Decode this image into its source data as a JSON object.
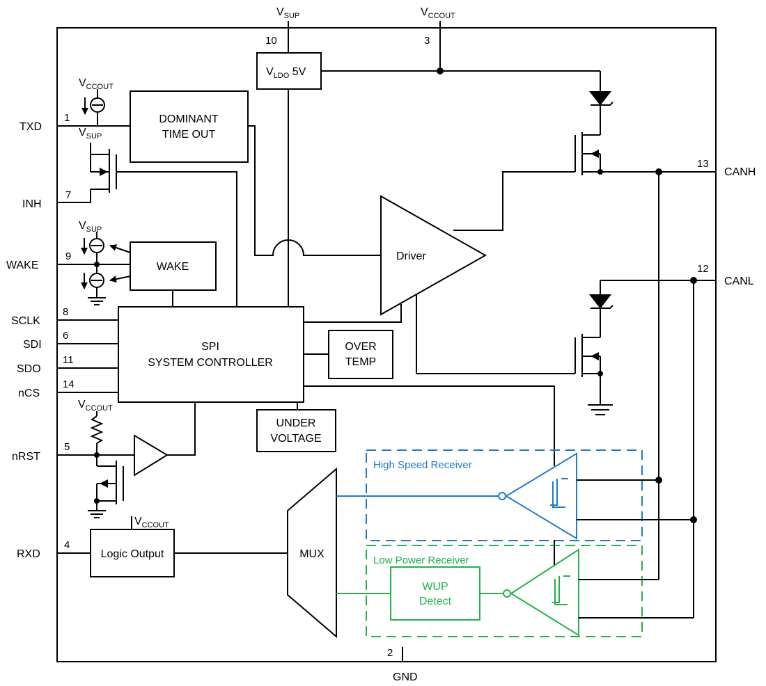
{
  "supplies": {
    "vsup_main": "V",
    "vsup_main_sub": "SUP",
    "vccout_main": "V",
    "vccout_main_sub": "CCOUT",
    "vldo_prefix": "V",
    "vldo_sub": "LDO",
    "vldo_suffix": " 5V",
    "vccout_txd": "V",
    "vccout_txd_sub": "CCOUT",
    "vsup_txd": "V",
    "vsup_txd_sub": "SUP",
    "vsup_wake": "V",
    "vsup_wake_sub": "SUP",
    "vccout_nrst": "V",
    "vccout_nrst_sub": "CCOUT",
    "vccout_logic": "V",
    "vccout_logic_sub": "CCOUT"
  },
  "pins": {
    "txd": {
      "name": "TXD",
      "num": "1"
    },
    "inh": {
      "name": "INH",
      "num": "7"
    },
    "wake": {
      "name": "WAKE",
      "num": "9"
    },
    "sclk": {
      "name": "SCLK",
      "num": "8"
    },
    "sdi": {
      "name": "SDI",
      "num": "6"
    },
    "sdo": {
      "name": "SDO",
      "num": "11"
    },
    "ncs": {
      "name": "nCS",
      "num": "14"
    },
    "nrst": {
      "name": "nRST",
      "num": "5"
    },
    "rxd": {
      "name": "RXD",
      "num": "4"
    },
    "canh": {
      "name": "CANH",
      "num": "13"
    },
    "canl": {
      "name": "CANL",
      "num": "12"
    },
    "gnd": {
      "name": "GND",
      "num": "2"
    },
    "vsup_num": "10",
    "vccout_num": "3"
  },
  "blocks": {
    "dominant_line1": "DOMINANT",
    "dominant_line2": "TIME OUT",
    "wake": "WAKE",
    "spi_line1": "SPI",
    "spi_line2": "SYSTEM CONTROLLER",
    "overtemp_line1": "OVER",
    "overtemp_line2": "TEMP",
    "undervoltage_line1": "UNDER",
    "undervoltage_line2": "VOLTAGE",
    "driver": "Driver",
    "mux": "MUX",
    "logic_output": "Logic Output",
    "wup_line1": "WUP",
    "wup_line2": "Detect"
  },
  "groups": {
    "high_speed_receiver": "High Speed Receiver",
    "low_power_receiver": "Low Power Receiver"
  },
  "colors": {
    "high_speed": "#1f78d1",
    "low_power": "#1fb34a"
  }
}
